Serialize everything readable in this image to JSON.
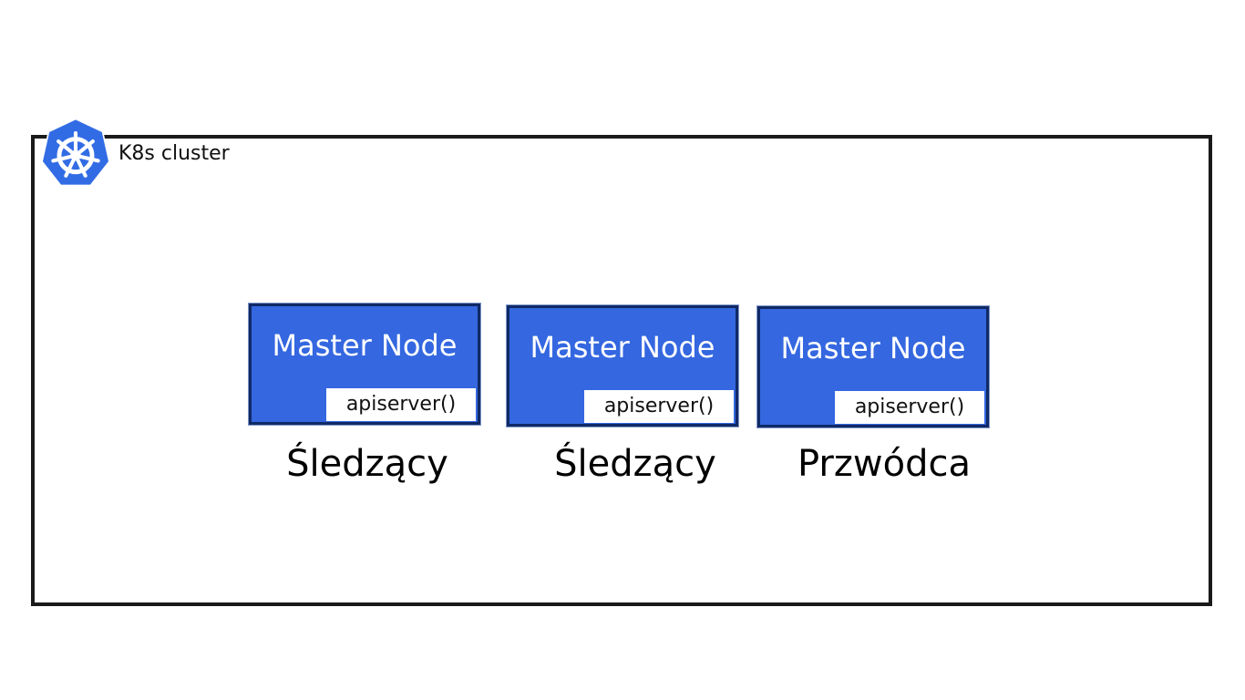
{
  "cluster": {
    "label": "K8s cluster",
    "logo_icon": "kubernetes-helm-icon",
    "logo_color": "#326ce5"
  },
  "nodes": [
    {
      "title": "Master Node",
      "api": "apiserver()",
      "role": "Śledzący"
    },
    {
      "title": "Master Node",
      "api": "apiserver()",
      "role": "Śledzący"
    },
    {
      "title": "Master Node",
      "api": "apiserver()",
      "role": "Przwódca"
    }
  ],
  "colors": {
    "node_fill": "#3467e0",
    "node_border": "#102a66",
    "frame": "#1a1a1a"
  }
}
